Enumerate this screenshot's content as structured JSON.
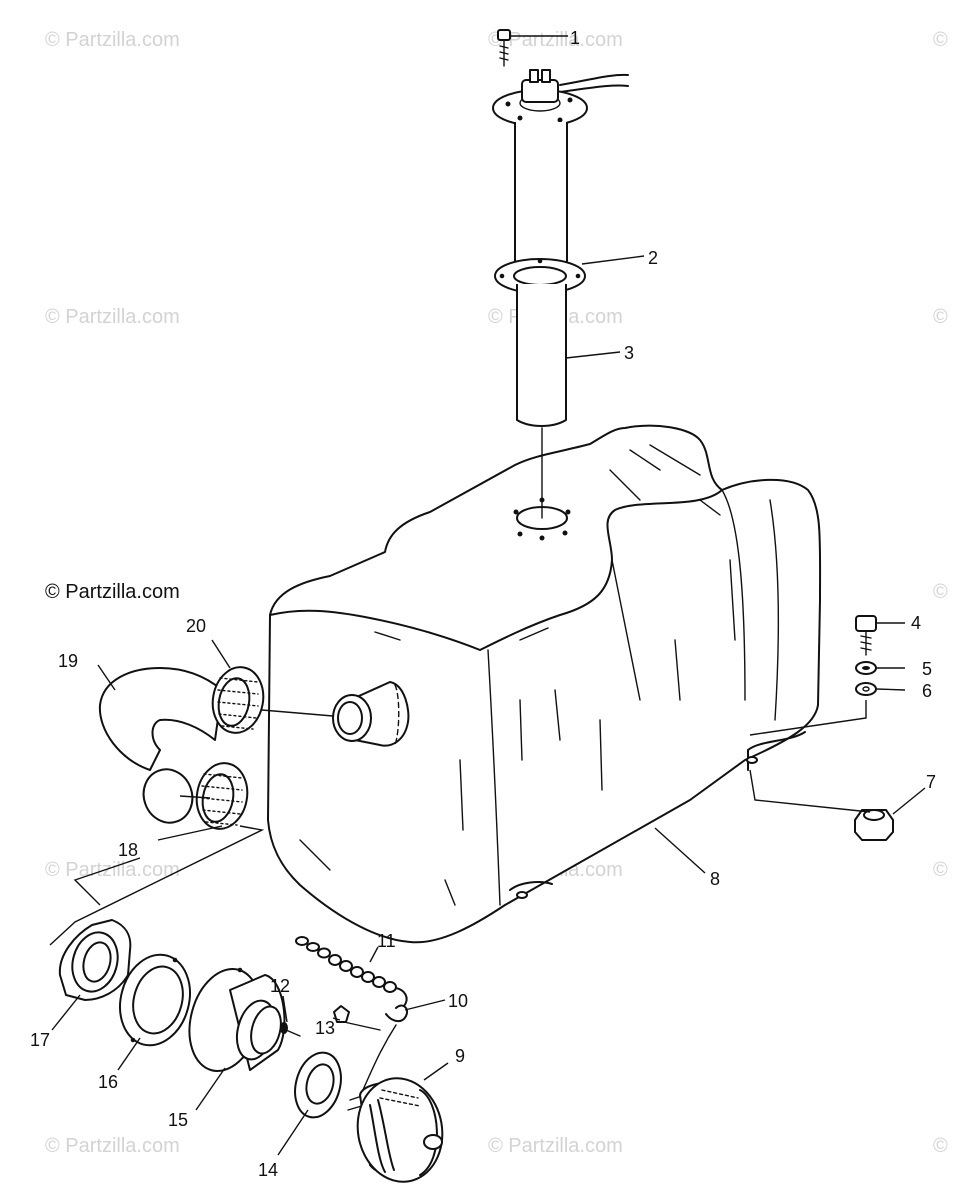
{
  "watermarks": {
    "main": "© Partzilla.com",
    "tile": "© Partzilla.com",
    "edge": "©"
  },
  "callouts": [
    "1",
    "2",
    "3",
    "4",
    "5",
    "6",
    "7",
    "8",
    "9",
    "10",
    "11",
    "12",
    "13",
    "14",
    "15",
    "16",
    "17",
    "18",
    "19",
    "20"
  ]
}
